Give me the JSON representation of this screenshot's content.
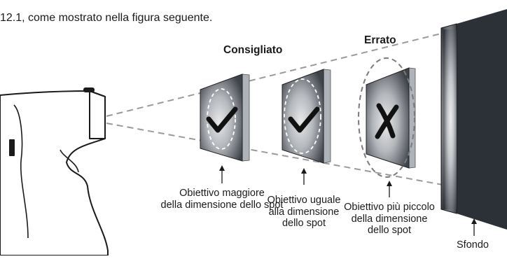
{
  "intro_line": "12.1, come mostrato nella figura seguente.",
  "headings": {
    "recommended": "Consigliato",
    "wrong": "Errato"
  },
  "targets": [
    {
      "id": "larger",
      "lines": [
        "Obiettivo maggiore",
        "della dimensione dello spot"
      ],
      "symbol": "check-icon"
    },
    {
      "id": "equal",
      "lines": [
        "Obiettivo uguale",
        "alla dimensione",
        "dello spot"
      ],
      "symbol": "check-icon"
    },
    {
      "id": "smaller",
      "lines": [
        "Obiettivo più piccolo",
        "della dimensione",
        "dello spot"
      ],
      "symbol": "x-mark-icon"
    }
  ],
  "background_label": "Sfondo",
  "colors": {
    "panel_dark": "#3d4148",
    "panel_light": "#e6e7e9",
    "edge": "#aeb3ba",
    "beam": "#9a9a9a",
    "device": "#1a1a1a"
  }
}
